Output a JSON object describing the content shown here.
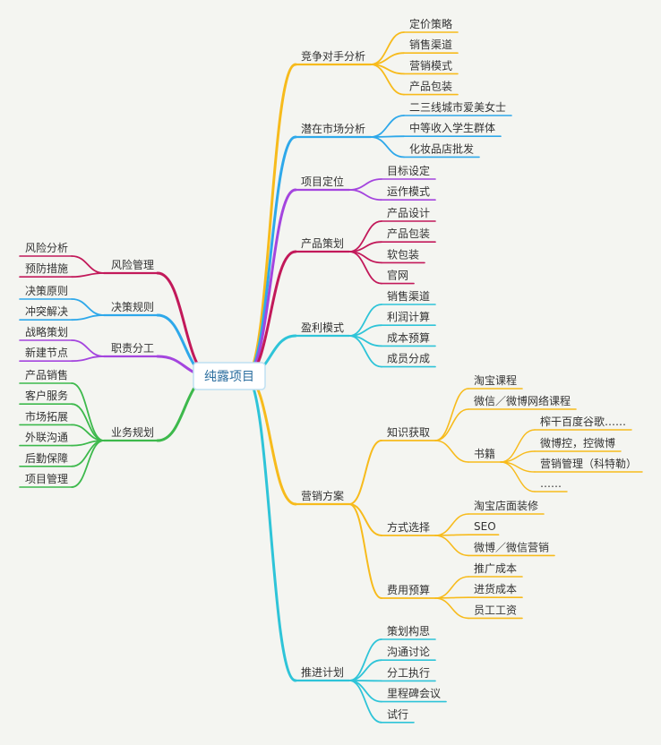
{
  "root": {
    "label": "纯露项目"
  },
  "colors": {
    "yellow": "#f7bb1c",
    "blue": "#2ea8ea",
    "purple": "#a445de",
    "crimson": "#c2195a",
    "cyan": "#2ec4d8",
    "green": "#3db94c",
    "root_border": "#bfe0f2"
  },
  "branches": [
    {
      "label": "竞争对手分析",
      "side": "right",
      "color": "yellow",
      "children": [
        {
          "label": "定价策略"
        },
        {
          "label": "销售渠道"
        },
        {
          "label": "营销模式"
        },
        {
          "label": "产品包装"
        }
      ]
    },
    {
      "label": "潜在市场分析",
      "side": "right",
      "color": "blue",
      "children": [
        {
          "label": "二三线城市爱美女士"
        },
        {
          "label": "中等收入学生群体"
        },
        {
          "label": "化妆品店批发"
        }
      ]
    },
    {
      "label": "项目定位",
      "side": "right",
      "color": "purple",
      "children": [
        {
          "label": "目标设定"
        },
        {
          "label": "运作模式"
        }
      ]
    },
    {
      "label": "产品策划",
      "side": "right",
      "color": "crimson",
      "children": [
        {
          "label": "产品设计"
        },
        {
          "label": "产品包装"
        },
        {
          "label": "软包装"
        },
        {
          "label": "官网"
        }
      ]
    },
    {
      "label": "盈利模式",
      "side": "right",
      "color": "cyan",
      "children": [
        {
          "label": "销售渠道"
        },
        {
          "label": "利润计算"
        },
        {
          "label": "成本预算"
        },
        {
          "label": "成员分成"
        }
      ]
    },
    {
      "label": "营销方案",
      "side": "right",
      "color": "yellow",
      "children": [
        {
          "label": "知识获取",
          "children": [
            {
              "label": "淘宝课程"
            },
            {
              "label": "微信／微博网络课程"
            },
            {
              "label": "书籍",
              "children": [
                {
                  "label": "榨干百度谷歌……"
                },
                {
                  "label": "微博控，控微博"
                },
                {
                  "label": "营销管理（科特勒）"
                },
                {
                  "label": "……"
                }
              ]
            }
          ]
        },
        {
          "label": "方式选择",
          "children": [
            {
              "label": "淘宝店面装修"
            },
            {
              "label": "SEO"
            },
            {
              "label": "微博／微信营销"
            }
          ]
        },
        {
          "label": "费用预算",
          "children": [
            {
              "label": "推广成本"
            },
            {
              "label": "进货成本"
            },
            {
              "label": "员工工资"
            }
          ]
        }
      ]
    },
    {
      "label": "推进计划",
      "side": "right",
      "color": "cyan",
      "children": [
        {
          "label": "策划构思"
        },
        {
          "label": "沟通讨论"
        },
        {
          "label": "分工执行"
        },
        {
          "label": "里程碑会议"
        },
        {
          "label": "试行"
        }
      ]
    },
    {
      "label": "风险管理",
      "side": "left",
      "color": "crimson",
      "children": [
        {
          "label": "风险分析"
        },
        {
          "label": "预防措施"
        }
      ]
    },
    {
      "label": "决策规则",
      "side": "left",
      "color": "blue",
      "children": [
        {
          "label": "决策原则"
        },
        {
          "label": "冲突解决"
        }
      ]
    },
    {
      "label": "职责分工",
      "side": "left",
      "color": "purple",
      "children": [
        {
          "label": "战略策划"
        },
        {
          "label": "新建节点"
        }
      ]
    },
    {
      "label": "业务规划",
      "side": "left",
      "color": "green",
      "children": [
        {
          "label": "产品销售"
        },
        {
          "label": "客户服务"
        },
        {
          "label": "市场拓展"
        },
        {
          "label": "外联沟通"
        },
        {
          "label": "后勤保障"
        },
        {
          "label": "项目管理"
        }
      ]
    }
  ]
}
